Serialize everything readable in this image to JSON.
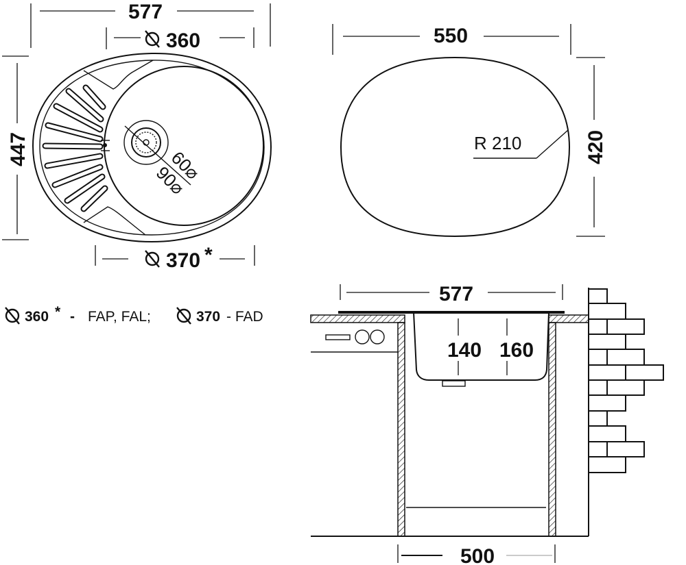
{
  "top_view": {
    "width": "577",
    "bowl_diameter": "360",
    "depth": "447",
    "bowl_diameter_alt": "370",
    "asterisk": "*",
    "drain_small": "60",
    "drain_large": "90",
    "diameter_symbol": "⌀"
  },
  "cutout_view": {
    "width": "550",
    "height": "420",
    "radius": "R 210"
  },
  "section_view": {
    "width": "577",
    "bowl_depth_1": "140",
    "bowl_depth_2": "160",
    "cabinet_width": "500"
  },
  "note": {
    "d1": "360",
    "asterisk": "*",
    "dash1": "-",
    "models1": "FAP, FAL;",
    "d2": "370",
    "models2": "- FAD"
  }
}
